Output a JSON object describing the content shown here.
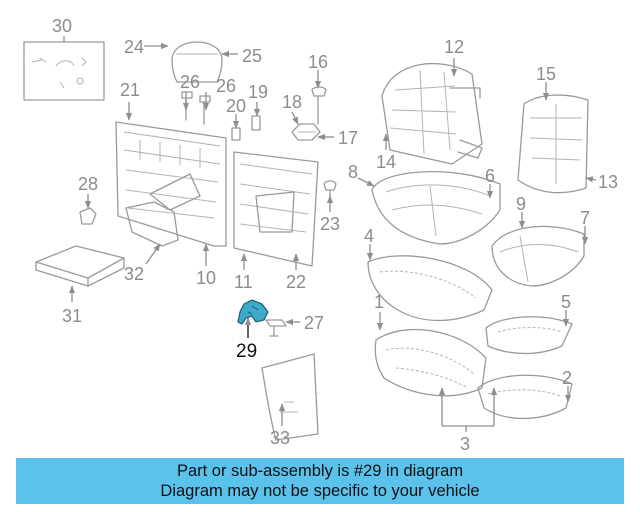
{
  "diagram": {
    "highlight_color": "#3fa9c9",
    "banner_color": "#5bc2ec",
    "callouts": [
      {
        "id": "1",
        "label": "1"
      },
      {
        "id": "2",
        "label": "2"
      },
      {
        "id": "3",
        "label": "3"
      },
      {
        "id": "4",
        "label": "4"
      },
      {
        "id": "5",
        "label": "5"
      },
      {
        "id": "6",
        "label": "6"
      },
      {
        "id": "7",
        "label": "7"
      },
      {
        "id": "8",
        "label": "8"
      },
      {
        "id": "9",
        "label": "9"
      },
      {
        "id": "10",
        "label": "10"
      },
      {
        "id": "11",
        "label": "11"
      },
      {
        "id": "12",
        "label": "12"
      },
      {
        "id": "13",
        "label": "13"
      },
      {
        "id": "14",
        "label": "14"
      },
      {
        "id": "15",
        "label": "15"
      },
      {
        "id": "16",
        "label": "16"
      },
      {
        "id": "17",
        "label": "17"
      },
      {
        "id": "18",
        "label": "18"
      },
      {
        "id": "19",
        "label": "19"
      },
      {
        "id": "20",
        "label": "20"
      },
      {
        "id": "21",
        "label": "21"
      },
      {
        "id": "22",
        "label": "22"
      },
      {
        "id": "23",
        "label": "23"
      },
      {
        "id": "24",
        "label": "24"
      },
      {
        "id": "25",
        "label": "25"
      },
      {
        "id": "26a",
        "label": "26"
      },
      {
        "id": "26b",
        "label": "26"
      },
      {
        "id": "27",
        "label": "27"
      },
      {
        "id": "28",
        "label": "28"
      },
      {
        "id": "29",
        "label": "29",
        "highlighted": true
      },
      {
        "id": "30",
        "label": "30"
      },
      {
        "id": "31",
        "label": "31"
      },
      {
        "id": "32",
        "label": "32"
      },
      {
        "id": "33",
        "label": "33"
      }
    ]
  },
  "banner": {
    "line1": "Part or sub-assembly is #29 in diagram",
    "line2": "Diagram may not be specific to your vehicle"
  }
}
